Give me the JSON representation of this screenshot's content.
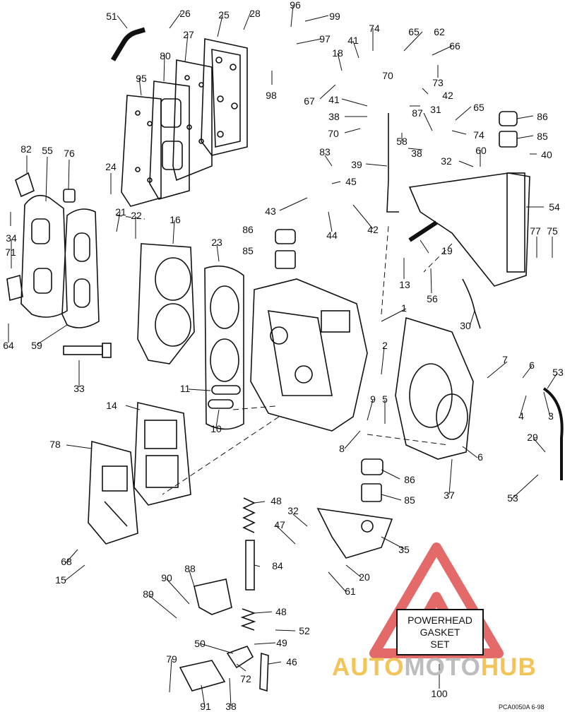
{
  "parts_box": {
    "lines": [
      "POWERHEAD",
      "GASKET",
      "SET"
    ],
    "callout": "100"
  },
  "watermark": {
    "part1": "AUTO",
    "part2": "MOTO",
    "part3": "HUB",
    "color_primary": "#f2c45a",
    "color_secondary": "#bdbdbd",
    "triangle_color": "#e05050"
  },
  "drawing_code": "PCA0050A  6-98",
  "callouts": {
    "c51": "51",
    "c26": "26",
    "c25": "25",
    "c28": "28",
    "c96": "96",
    "c99": "99",
    "c97": "97",
    "c74a": "74",
    "c65a": "65",
    "c62": "62",
    "c27": "27",
    "c80": "80",
    "c95": "95",
    "c41a": "41",
    "c18": "18",
    "c66": "66",
    "c98": "98",
    "c67": "67",
    "c70a": "70",
    "c73": "73",
    "c42a": "42",
    "c41b": "41",
    "c31": "31",
    "c65b": "65",
    "c86a": "86",
    "c38a": "38",
    "c87": "87",
    "c70b": "70",
    "c74b": "74",
    "c85a": "85",
    "c82": "82",
    "c55": "55",
    "c76": "76",
    "c58": "58",
    "c38b": "38",
    "c83": "83",
    "c60": "60",
    "c40": "40",
    "c24": "24",
    "c39": "39",
    "c32a": "32",
    "c45": "45",
    "c54": "54",
    "c43": "43",
    "c34": "34",
    "c21": "21",
    "c22": "22",
    "c16": "16",
    "c44": "44",
    "c42b": "42",
    "c86b": "86",
    "c77": "77",
    "c75": "75",
    "c71": "71",
    "c23": "23",
    "c85b": "85",
    "c19": "19",
    "c13": "13",
    "c56": "56",
    "c1": "1",
    "c64": "64",
    "c59": "59",
    "c30": "30",
    "c2": "2",
    "c33": "33",
    "c7": "7",
    "c6a": "6",
    "c53a": "53",
    "c11": "11",
    "c9": "9",
    "c5": "5",
    "c4": "4",
    "c3": "3",
    "c14": "14",
    "c10": "10",
    "c29": "29",
    "c8": "8",
    "c78": "78",
    "c6b": "6",
    "c86c": "86",
    "c37": "37",
    "c53b": "53",
    "c48a": "48",
    "c85c": "85",
    "c32b": "32",
    "c47": "47",
    "c35": "35",
    "c68": "68",
    "c84": "84",
    "c20": "20",
    "c15": "15",
    "c88": "88",
    "c61": "61",
    "c90": "90",
    "c89": "89",
    "c48b": "48",
    "c52": "52",
    "c50": "50",
    "c49": "49",
    "c46": "46",
    "c79": "79",
    "c72": "72",
    "c91": "91",
    "c38c": "38"
  }
}
